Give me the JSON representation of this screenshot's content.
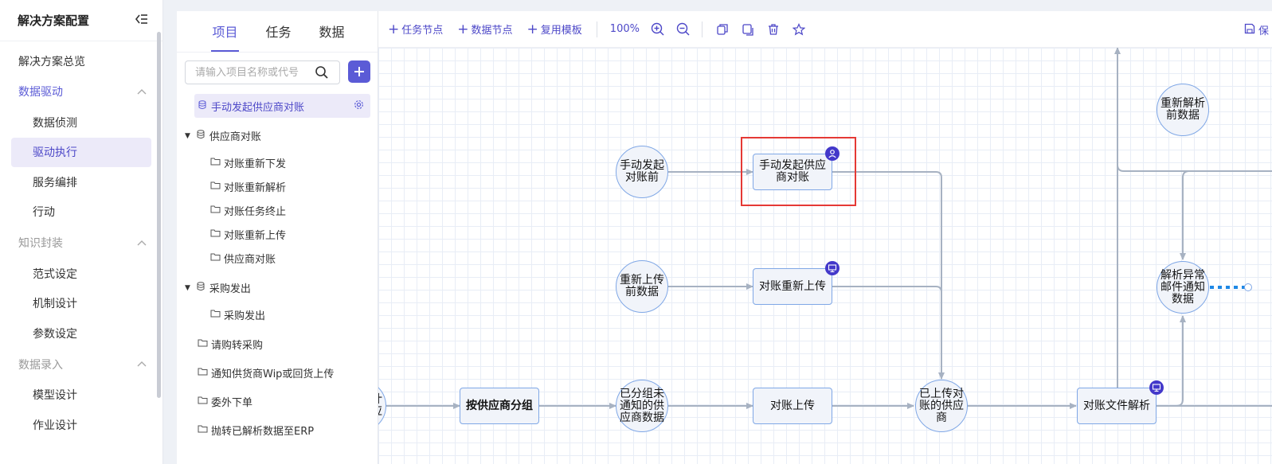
{
  "sidebar": {
    "title": "解决方案配置",
    "overview": "解决方案总览",
    "groups": [
      {
        "label": "数据驱动",
        "items": [
          "数据侦测",
          "驱动执行",
          "服务编排",
          "行动"
        ]
      },
      {
        "label": "知识封装",
        "items": [
          "范式设定",
          "机制设计",
          "参数设定"
        ]
      },
      {
        "label": "数据录入",
        "items": [
          "模型设计",
          "作业设计"
        ]
      }
    ],
    "selected_item": "驱动执行"
  },
  "panel": {
    "tabs": [
      "项目",
      "任务",
      "数据"
    ],
    "active_tab": "项目",
    "search_placeholder": "请输入项目名称或代号",
    "tree": {
      "selected": "手动发起供应商对账",
      "group1": {
        "label": "供应商对账",
        "children": [
          "对账重新下发",
          "对账重新解析",
          "对账任务终止",
          "对账重新上传",
          "供应商对账"
        ]
      },
      "group2": {
        "label": "采购发出",
        "children": [
          "采购发出"
        ]
      },
      "others": [
        "请购转采购",
        "通知供货商Wip或回货上传",
        "委外下单",
        "抛转已解析数据至ERP"
      ]
    }
  },
  "toolbar": {
    "task_node": "任务节点",
    "data_node": "数据节点",
    "reuse_template": "复用模板",
    "zoom": "100%",
    "right_label": "保"
  },
  "flow": {
    "nodes": {
      "c_manual_before": "手动发起对账前",
      "r_manual": "手动发起供应商对账",
      "c_reupload_before": "重新上传前数据",
      "r_reupload": "对账重新上传",
      "c_left_partial": "计应",
      "r_group": "按供应商分组",
      "c_grouped": "已分组未通知的供应商数据",
      "r_upload": "对账上传",
      "c_uploaded": "已上传对账的供应商",
      "r_parse": "对账文件解析",
      "c_reparse": "重新解析前数据",
      "c_parse_exc": "解析异常邮件通知数据"
    }
  },
  "colors": {
    "accent": "#5b5bd6",
    "node_border": "#7fa7e6",
    "edge": "#a7b2c2",
    "highlight": "#e53935",
    "badge": "#4338ca"
  }
}
